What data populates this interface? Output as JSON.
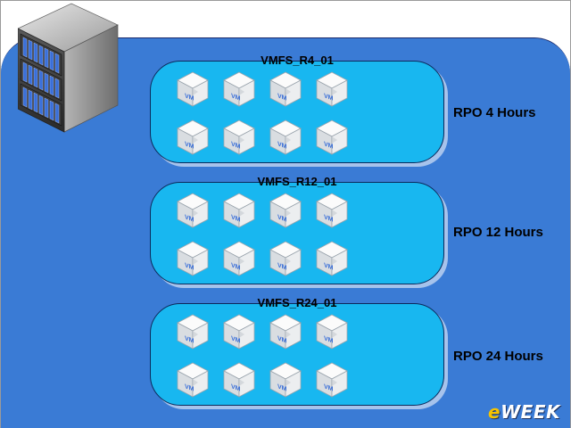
{
  "datastores": [
    {
      "label": "VMFS_R4_01",
      "rpo": "RPO 4 Hours"
    },
    {
      "label": "VMFS_R12_01",
      "rpo": "RPO 12 Hours"
    },
    {
      "label": "VMFS_R24_01",
      "rpo": "RPO 24 Hours"
    }
  ],
  "vm_label": "VM",
  "vm_count_per_datastore": 8,
  "logo": {
    "prefix": "e",
    "rest": "WEEK"
  },
  "colors": {
    "panel": "#3a7bd5",
    "datastore": "#18b7f0",
    "logo_accent": "#f5c400"
  },
  "icons": {
    "server": "server-rack-icon",
    "vm": "vm-cube-icon"
  }
}
